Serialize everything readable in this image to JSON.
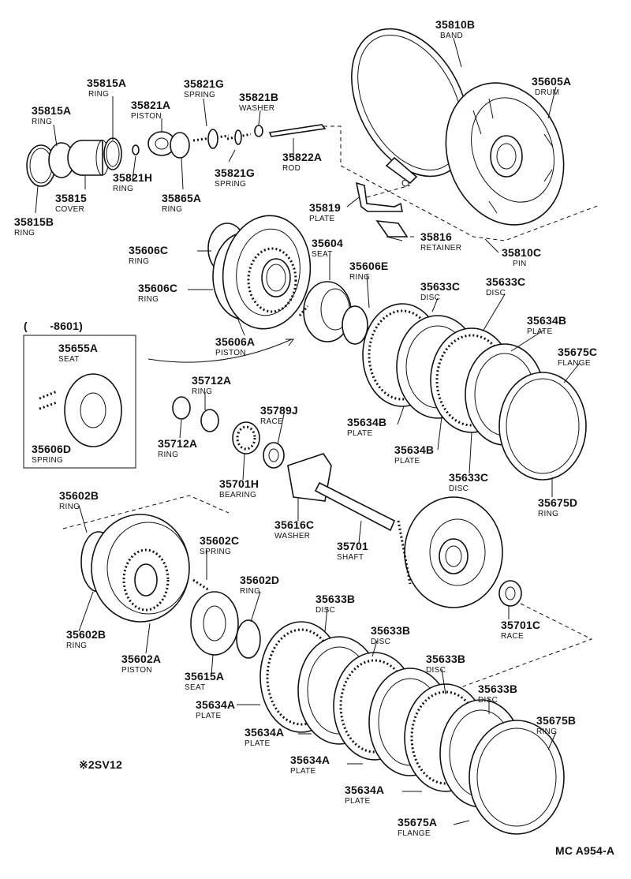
{
  "labels": {
    "l35810b": {
      "num": "35810B",
      "name": "BAND"
    },
    "l35605a": {
      "num": "35605A",
      "name": "DRUM"
    },
    "l35815a_top": {
      "num": "35815A",
      "name": "RING"
    },
    "l35815a": {
      "num": "35815A",
      "name": "RING"
    },
    "l35821g_top": {
      "num": "35821G",
      "name": "SPRING"
    },
    "l35821a": {
      "num": "35821A",
      "name": "PISTON"
    },
    "l35821b": {
      "num": "35821B",
      "name": "WASHER"
    },
    "l35821h": {
      "num": "35821H",
      "name": "RING"
    },
    "l35821g": {
      "num": "35821G",
      "name": "SPRING"
    },
    "l35822a": {
      "num": "35822A",
      "name": "ROD"
    },
    "l35815": {
      "num": "35815",
      "name": "COVER"
    },
    "l35865a": {
      "num": "35865A",
      "name": "RING"
    },
    "l35815b": {
      "num": "35815B",
      "name": "RING"
    },
    "l35819": {
      "num": "35819",
      "name": "PLATE"
    },
    "l35816": {
      "num": "35816",
      "name": "RETAINER"
    },
    "l35810c": {
      "num": "35810C",
      "name": "PIN"
    },
    "l35606c_top": {
      "num": "35606C",
      "name": "RING"
    },
    "l35604": {
      "num": "35604",
      "name": "SEAT"
    },
    "l35606e": {
      "num": "35606E",
      "name": "RING"
    },
    "l35606c": {
      "num": "35606C",
      "name": "RING"
    },
    "l35633c_1": {
      "num": "35633C",
      "name": "DISC"
    },
    "l35633c_2": {
      "num": "35633C",
      "name": "DISC"
    },
    "l35634b_top": {
      "num": "35634B",
      "name": "PLATE"
    },
    "l35675c": {
      "num": "35675C",
      "name": "FLANGE"
    },
    "l35606a": {
      "num": "35606A",
      "name": "PISTON"
    },
    "l35655a": {
      "num": "35655A",
      "name": "SEAT"
    },
    "l35606d": {
      "num": "35606D",
      "name": "SPRING"
    },
    "l35712a_top": {
      "num": "35712A",
      "name": "RING"
    },
    "l35712a": {
      "num": "35712A",
      "name": "RING"
    },
    "l35789j": {
      "num": "35789J",
      "name": "RACE"
    },
    "l35634b_1": {
      "num": "35634B",
      "name": "PLATE"
    },
    "l35634b_2": {
      "num": "35634B",
      "name": "PLATE"
    },
    "l35633c_3": {
      "num": "35633C",
      "name": "DISC"
    },
    "l35675d": {
      "num": "35675D",
      "name": "RING"
    },
    "l35701h": {
      "num": "35701H",
      "name": "BEARING"
    },
    "l35602b_top": {
      "num": "35602B",
      "name": "RING"
    },
    "l35616c": {
      "num": "35616C",
      "name": "WASHER"
    },
    "l35701": {
      "num": "35701",
      "name": "SHAFT"
    },
    "l35602c": {
      "num": "35602C",
      "name": "SPRING"
    },
    "l35602d": {
      "num": "35602D",
      "name": "RING"
    },
    "l35633b_1": {
      "num": "35633B",
      "name": "DISC"
    },
    "l35633b_2": {
      "num": "35633B",
      "name": "DISC"
    },
    "l35701c": {
      "num": "35701C",
      "name": "RACE"
    },
    "l35602b": {
      "num": "35602B",
      "name": "RING"
    },
    "l35602a": {
      "num": "35602A",
      "name": "PISTON"
    },
    "l35633b_3": {
      "num": "35633B",
      "name": "DISC"
    },
    "l35633b_4": {
      "num": "35633B",
      "name": "DISC"
    },
    "l35615a": {
      "num": "35615A",
      "name": "SEAT"
    },
    "l35634a_1": {
      "num": "35634A",
      "name": "PLATE"
    },
    "l35675b": {
      "num": "35675B",
      "name": "RING"
    },
    "l35634a_2": {
      "num": "35634A",
      "name": "PLATE"
    },
    "l35634a_3": {
      "num": "35634A",
      "name": "PLATE"
    },
    "l35634a_4": {
      "num": "35634A",
      "name": "PLATE"
    },
    "l35675a": {
      "num": "35675A",
      "name": "FLANGE"
    }
  },
  "inset": {
    "range": "(　　-8601)"
  },
  "note": "※2SV12",
  "diagram_code": "MC A954-A"
}
